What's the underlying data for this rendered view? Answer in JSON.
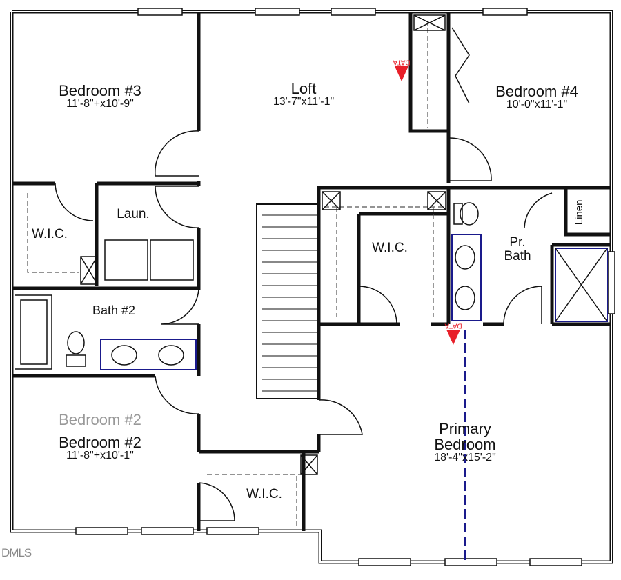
{
  "rooms": {
    "bedroom3": {
      "name": "Bedroom #3",
      "dim": "11'-8\"+x10'-9\""
    },
    "loft": {
      "name": "Loft",
      "dim": "13'-7\"x11'-1\""
    },
    "bedroom4": {
      "name": "Bedroom #4",
      "dim": "10'-0\"x11'-1\""
    },
    "wic_left": {
      "name": "W.I.C."
    },
    "laundry": {
      "name": "Laun."
    },
    "bath2": {
      "name": "Bath #2"
    },
    "wic_center": {
      "name": "W.I.C."
    },
    "pr_bath": {
      "name": "Pr.",
      "name2": "Bath"
    },
    "linen": {
      "name": "Linen"
    },
    "bedroom2": {
      "name": "Bedroom #2",
      "ghost": "Bedroom #2",
      "dim": "11'-8\"+x10'-1\""
    },
    "wic_bottom": {
      "name": "W.I.C."
    },
    "primary": {
      "name": "Primary",
      "name2": "Bedroom",
      "dim": "18'-4\"x15'-2\""
    }
  },
  "markers": {
    "data_marker": "DATA",
    "color": "#e8202a"
  },
  "fixture_color": "#1a1a8c",
  "watermark": "DMLS"
}
